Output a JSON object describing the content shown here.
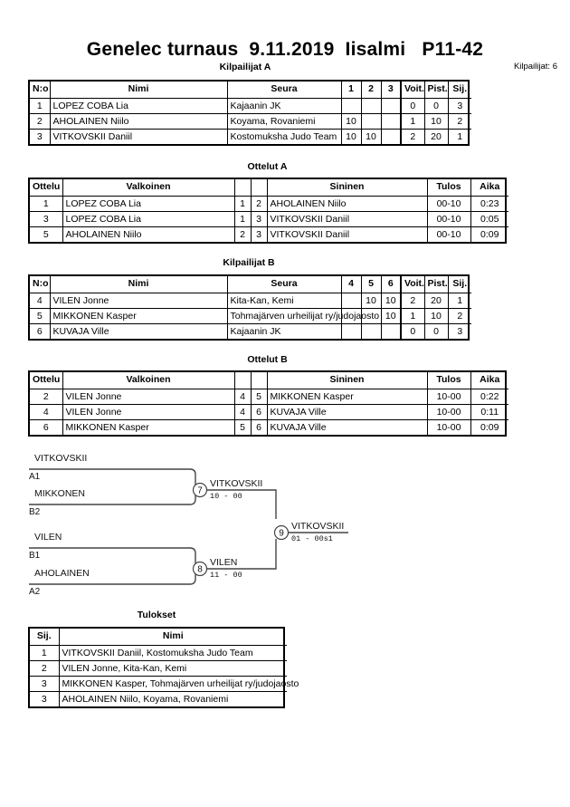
{
  "header": {
    "title": "Genelec turnaus  9.11.2019  Iisalmi   P11-42",
    "entrants_label": "Kilpailijat: 6"
  },
  "pool_a": {
    "caption": "Kilpailijat A",
    "columns": [
      "N:o",
      "Nimi",
      "Seura",
      "1",
      "2",
      "3",
      "Voit.",
      "Pist.",
      "Sij."
    ],
    "rows": [
      {
        "no": "1",
        "name": "LOPEZ COBA Lia",
        "club": "Kajaanin JK",
        "m1": "",
        "m2": "",
        "m3": "",
        "wins": "0",
        "points": "0",
        "rank": "3"
      },
      {
        "no": "2",
        "name": "AHOLAINEN Niilo",
        "club": "Koyama, Rovaniemi",
        "m1": "10",
        "m2": "",
        "m3": "",
        "wins": "1",
        "points": "10",
        "rank": "2"
      },
      {
        "no": "3",
        "name": "VITKOVSKII Daniil",
        "club": "Kostomuksha Judo Team",
        "m1": "10",
        "m2": "10",
        "m3": "",
        "wins": "2",
        "points": "20",
        "rank": "1"
      }
    ]
  },
  "matches_a": {
    "caption": "Ottelut A",
    "columns": [
      "Ottelu",
      "Valkoinen",
      "",
      "",
      "Sininen",
      "Tulos",
      "Aika"
    ],
    "rows": [
      {
        "bout": "1",
        "white": "LOPEZ COBA Lia",
        "wno": "1",
        "bno": "2",
        "blue": "AHOLAINEN Niilo",
        "result": "00-10",
        "time": "0:23"
      },
      {
        "bout": "3",
        "white": "LOPEZ COBA Lia",
        "wno": "1",
        "bno": "3",
        "blue": "VITKOVSKII Daniil",
        "result": "00-10",
        "time": "0:05"
      },
      {
        "bout": "5",
        "white": "AHOLAINEN Niilo",
        "wno": "2",
        "bno": "3",
        "blue": "VITKOVSKII Daniil",
        "result": "00-10",
        "time": "0:09"
      }
    ]
  },
  "pool_b": {
    "caption": "Kilpailijat B",
    "columns": [
      "N:o",
      "Nimi",
      "Seura",
      "4",
      "5",
      "6",
      "Voit.",
      "Pist.",
      "Sij."
    ],
    "rows": [
      {
        "no": "4",
        "name": "VILEN Jonne",
        "club": "Kita-Kan, Kemi",
        "m1": "",
        "m2": "10",
        "m3": "10",
        "wins": "2",
        "points": "20",
        "rank": "1"
      },
      {
        "no": "5",
        "name": "MIKKONEN Kasper",
        "club": "Tohmajärven urheilijat ry/judojaosto",
        "m1": "",
        "m2": "",
        "m3": "10",
        "wins": "1",
        "points": "10",
        "rank": "2"
      },
      {
        "no": "6",
        "name": "KUVAJA Ville",
        "club": "Kajaanin JK",
        "m1": "",
        "m2": "",
        "m3": "",
        "wins": "0",
        "points": "0",
        "rank": "3"
      }
    ]
  },
  "matches_b": {
    "caption": "Ottelut B",
    "columns": [
      "Ottelu",
      "Valkoinen",
      "",
      "",
      "Sininen",
      "Tulos",
      "Aika"
    ],
    "rows": [
      {
        "bout": "2",
        "white": "VILEN Jonne",
        "wno": "4",
        "bno": "5",
        "blue": "MIKKONEN Kasper",
        "result": "10-00",
        "time": "0:22"
      },
      {
        "bout": "4",
        "white": "VILEN Jonne",
        "wno": "4",
        "bno": "6",
        "blue": "KUVAJA Ville",
        "result": "10-00",
        "time": "0:11"
      },
      {
        "bout": "6",
        "white": "MIKKONEN Kasper",
        "wno": "5",
        "bno": "6",
        "blue": "KUVAJA Ville",
        "result": "10-00",
        "time": "0:09"
      }
    ]
  },
  "bracket": {
    "entries": [
      {
        "name": "VITKOVSKII",
        "seed": "A1"
      },
      {
        "name": "MIKKONEN",
        "seed": "B2"
      },
      {
        "name": "VILEN",
        "seed": "B1"
      },
      {
        "name": "AHOLAINEN",
        "seed": "A2"
      }
    ],
    "nodes": [
      {
        "number": "7",
        "winner": "VITKOVSKII",
        "score": "10 - 00"
      },
      {
        "number": "8",
        "winner": "VILEN",
        "score": "11 - 00"
      },
      {
        "number": "9",
        "winner": "VITKOVSKII",
        "score": "01 - 00s1"
      }
    ]
  },
  "results": {
    "caption": "Tulokset",
    "columns": [
      "Sij.",
      "Nimi"
    ],
    "rows": [
      {
        "rank": "1",
        "name": "VITKOVSKII Daniil, Kostomuksha Judo Team"
      },
      {
        "rank": "2",
        "name": "VILEN Jonne, Kita-Kan, Kemi"
      },
      {
        "rank": "3",
        "name": "MIKKONEN Kasper, Tohmajärven urheilijat ry/judojaosto"
      },
      {
        "rank": "3",
        "name": "AHOLAINEN Niilo, Koyama, Rovaniemi"
      }
    ]
  }
}
